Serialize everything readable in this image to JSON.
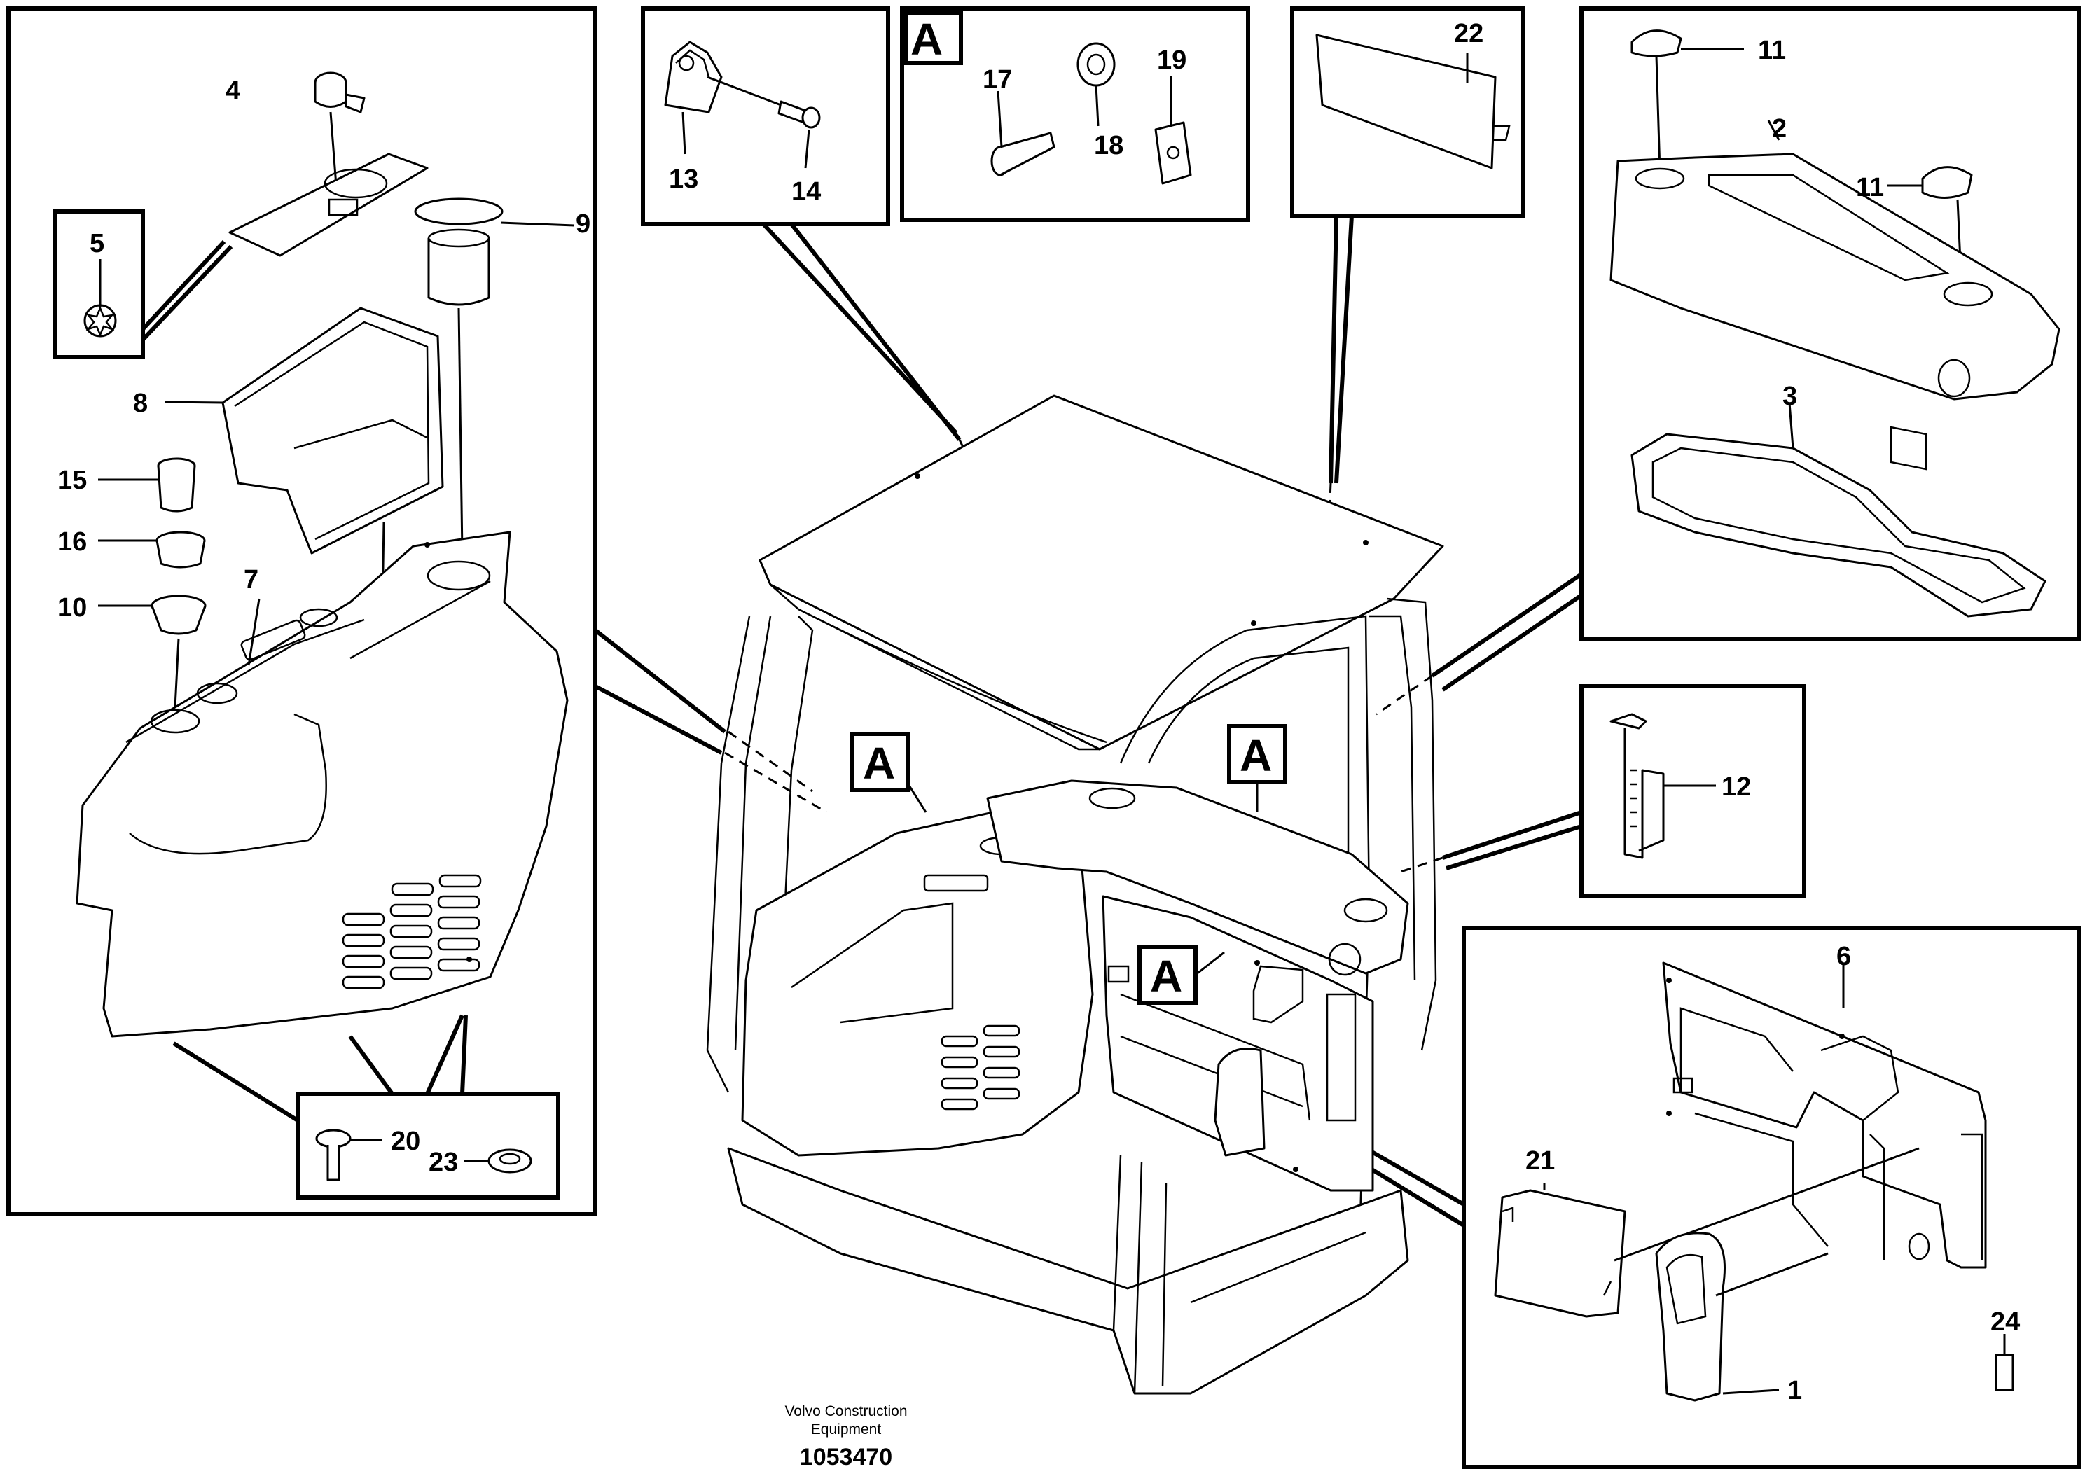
{
  "reference_marker": "A",
  "callouts": {
    "c1": "1",
    "c2": "2",
    "c3": "3",
    "c4": "4",
    "c5": "5",
    "c6": "6",
    "c7": "7",
    "c8": "8",
    "c9": "9",
    "c10": "10",
    "c11": "11",
    "c12": "12",
    "c13": "13",
    "c14": "14",
    "c15": "15",
    "c16": "16",
    "c17": "17",
    "c18": "18",
    "c19": "19",
    "c20": "20",
    "c21": "21",
    "c22": "22",
    "c23": "23",
    "c24": "24"
  },
  "footer": {
    "company_line1": "Volvo Construction",
    "company_line2": "Equipment",
    "drawing_number": "1053470"
  }
}
